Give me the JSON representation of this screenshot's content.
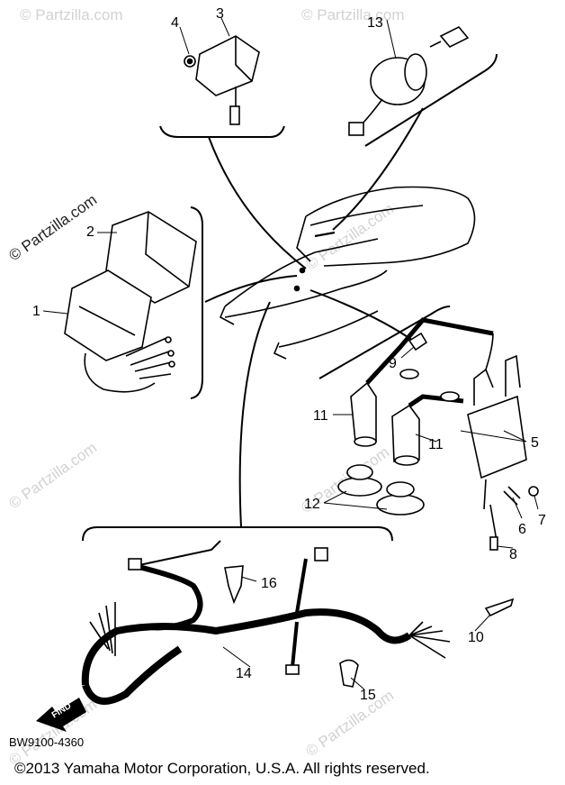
{
  "diagram": {
    "watermark_text": "© Partzilla.com",
    "callouts": {
      "c1": "1",
      "c2": "2",
      "c3": "3",
      "c4": "4",
      "c5": "5",
      "c6": "6",
      "c7": "7",
      "c8": "8",
      "c9": "9",
      "c10": "10",
      "c11a": "11",
      "c11b": "11",
      "c12": "12",
      "c13": "13",
      "c14": "14",
      "c15": "15",
      "c16": "16"
    },
    "find_label": "FIND",
    "diagram_code": "BW9100-4360",
    "copyright": "©2013  Yamaha Motor Corporation, U.S.A. All rights reserved."
  }
}
